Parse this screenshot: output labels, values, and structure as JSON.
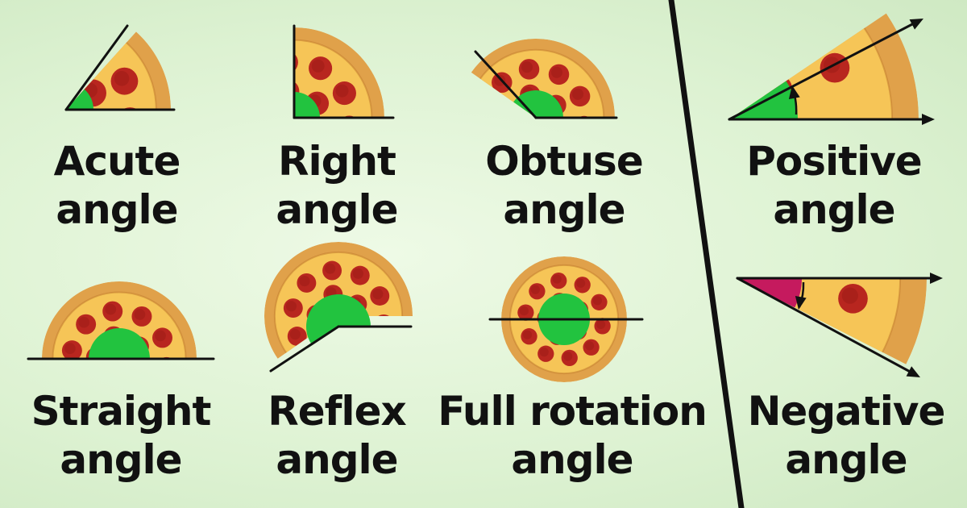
{
  "colors": {
    "background": "#e3f5da",
    "crust": "#e0a14a",
    "crust_dark": "#c07a2c",
    "cheese": "#f6c557",
    "pepperoni": "#b8261f",
    "pepperoni_dark": "#8c1712",
    "angle_green": "#22c33f",
    "angle_magenta": "#c51a5e",
    "line": "#111111"
  },
  "panels": [
    {
      "id": "acute",
      "line1": "Acute",
      "line2": "angle"
    },
    {
      "id": "right",
      "line1": "Right",
      "line2": "angle"
    },
    {
      "id": "obtuse",
      "line1": "Obtuse",
      "line2": "angle"
    },
    {
      "id": "straight",
      "line1": "Straight",
      "line2": "angle"
    },
    {
      "id": "reflex",
      "line1": "Reflex",
      "line2": "angle"
    },
    {
      "id": "full",
      "line1": "Full rotation",
      "line2": "angle"
    },
    {
      "id": "positive",
      "line1": "Positive",
      "line2": "angle"
    },
    {
      "id": "negative",
      "line1": "Negative",
      "line2": "angle"
    }
  ]
}
